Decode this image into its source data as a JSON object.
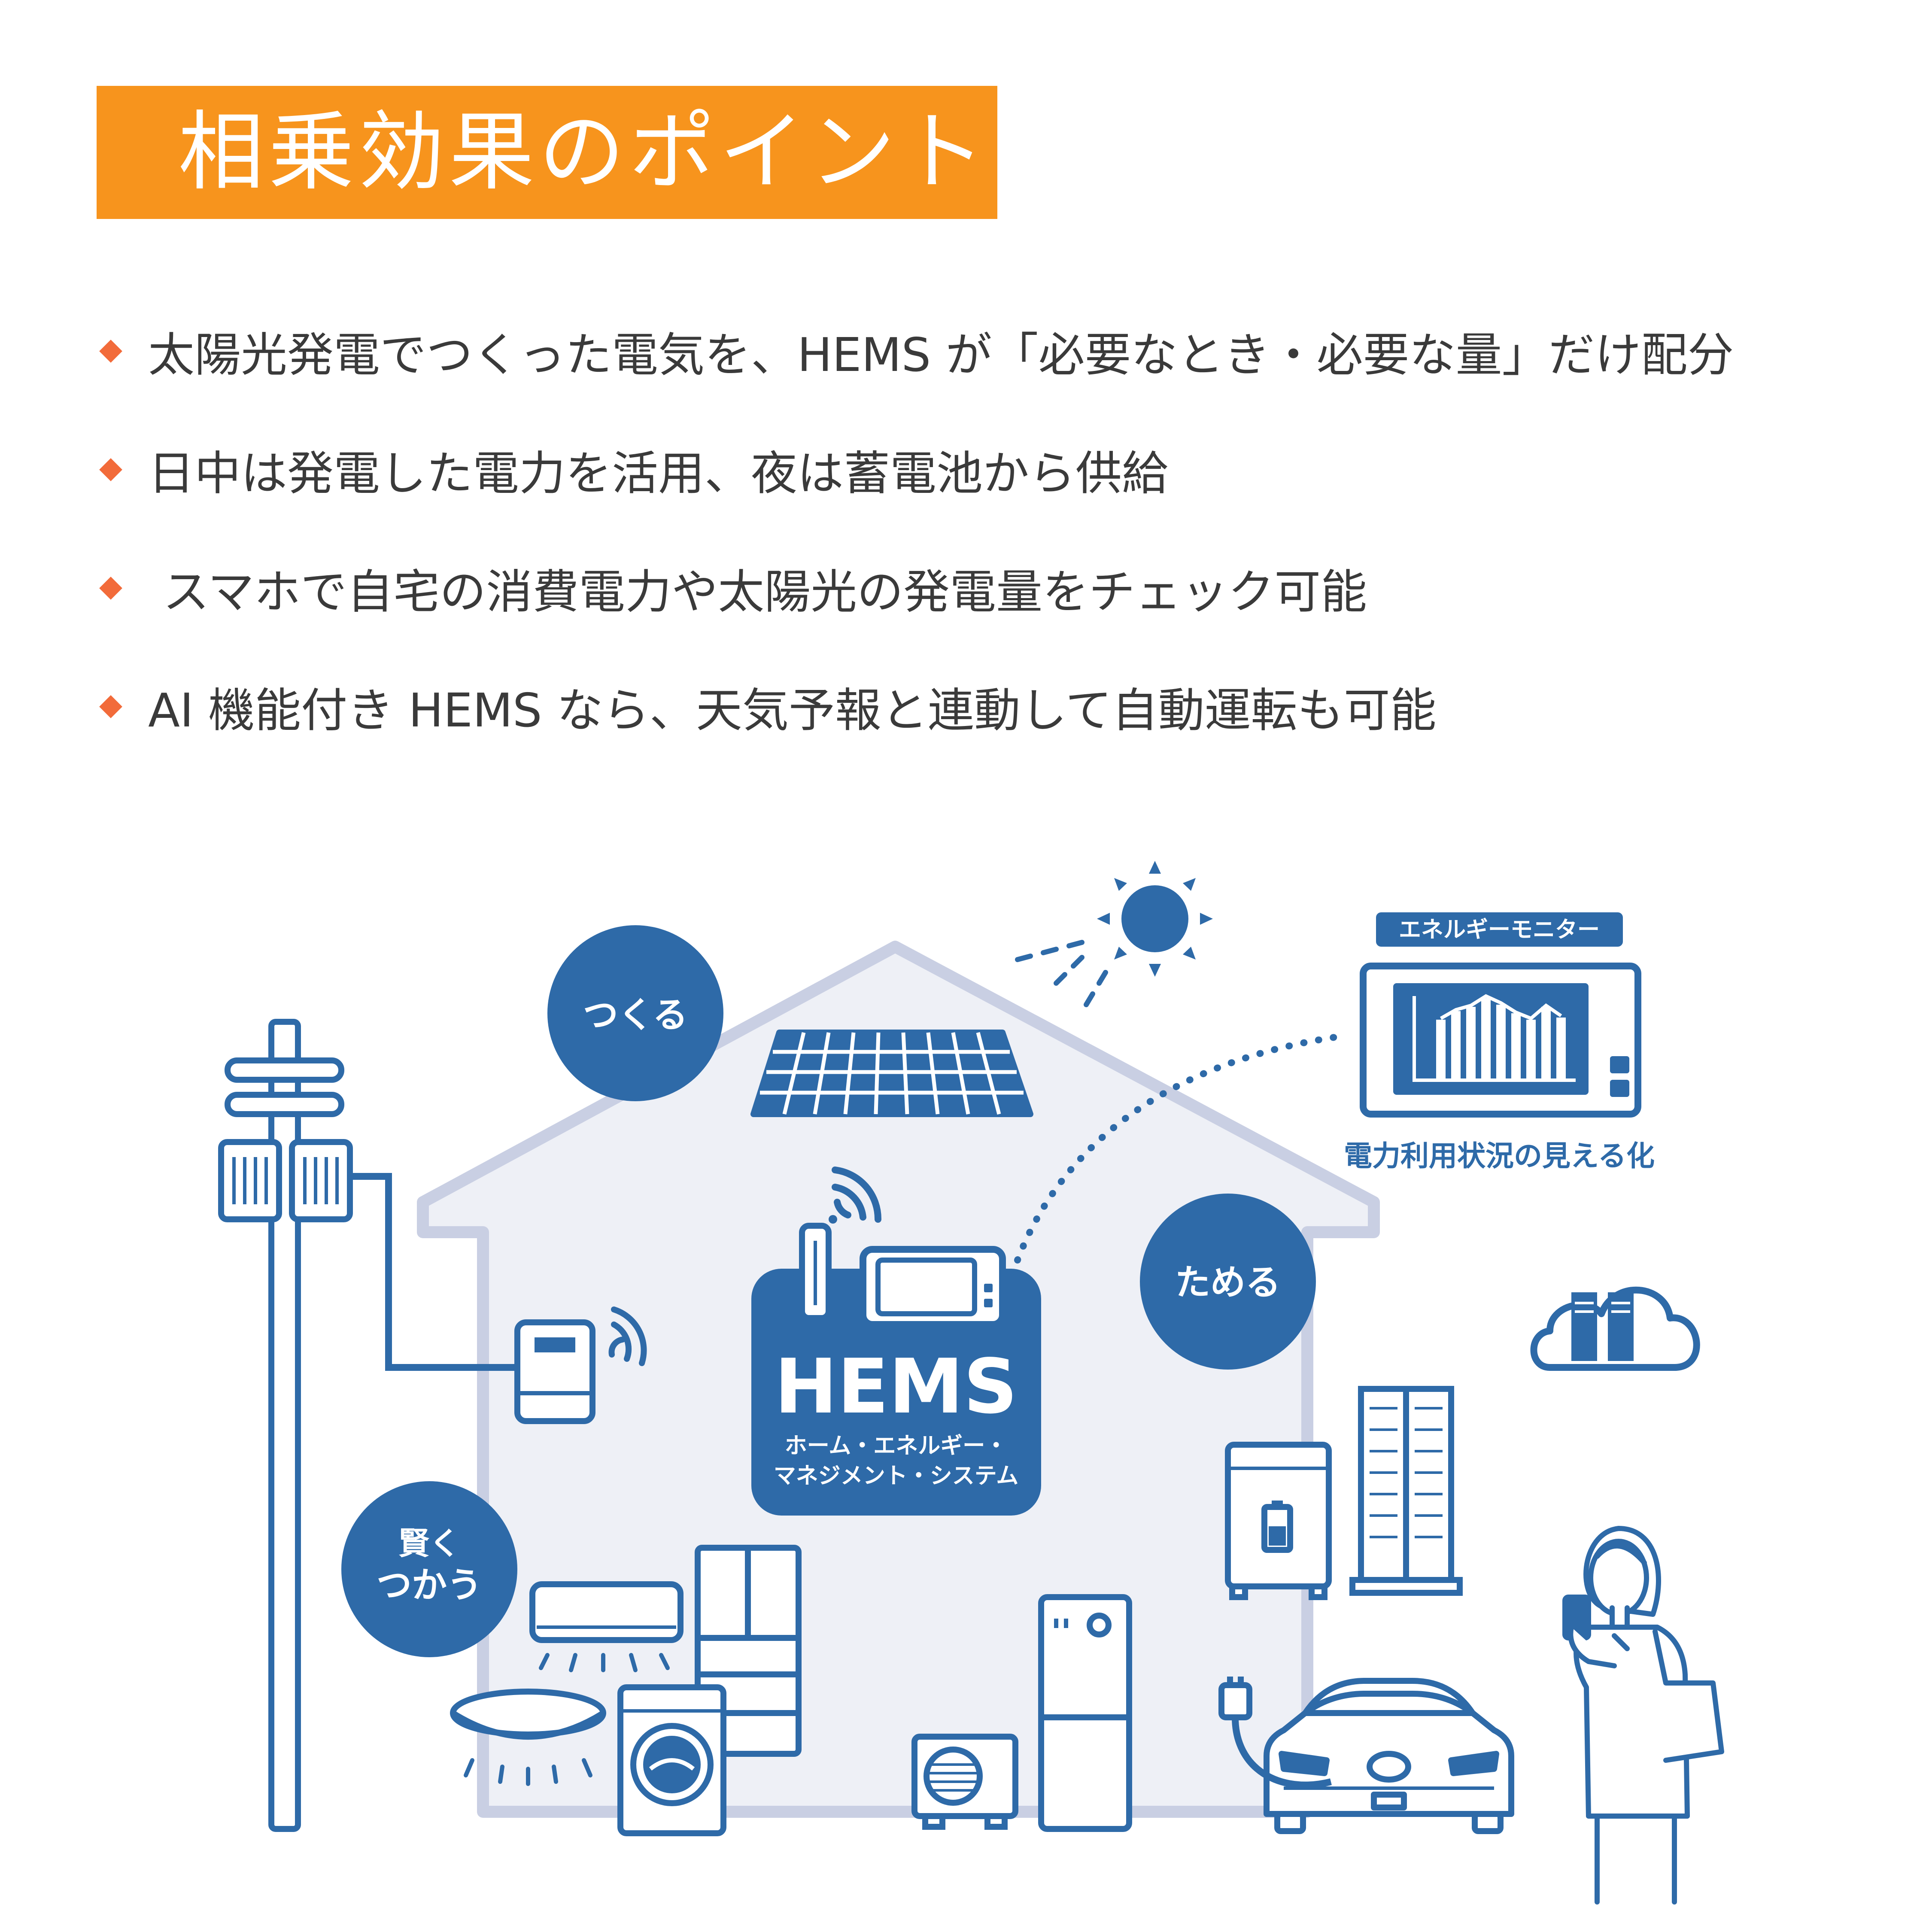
{
  "title": "相乗効果のポイント",
  "bullets": [
    "太陽光発電でつくった電気を、HEMS が「必要なとき・必要な量」だけ配分",
    "日中は発電した電力を活用、夜は蓄電池から供給",
    " スマホで自宅の消費電力や太陽光の発電量をチェック可能",
    "AI 機能付き HEMS なら、天気予報と連動して自動運転も可能"
  ],
  "diagram": {
    "circles": {
      "tsukuru": "つくる",
      "tameru": "ためる",
      "kashikoku_1": "賢く",
      "kashikoku_2": "つかう"
    },
    "hems": {
      "name": "HEMS",
      "sub1": "ホーム・エネルギー・",
      "sub2": "マネジメント・システム"
    },
    "monitor": {
      "tag": "エネルギーモニター",
      "caption": "電力利用状況の見える化"
    }
  },
  "colors": {
    "accent": "#f7941d",
    "bullet": "#f26b3a",
    "primary": "#2e6aa8",
    "house_fill": "#eef0f6",
    "house_outline": "#c9cfe3"
  }
}
